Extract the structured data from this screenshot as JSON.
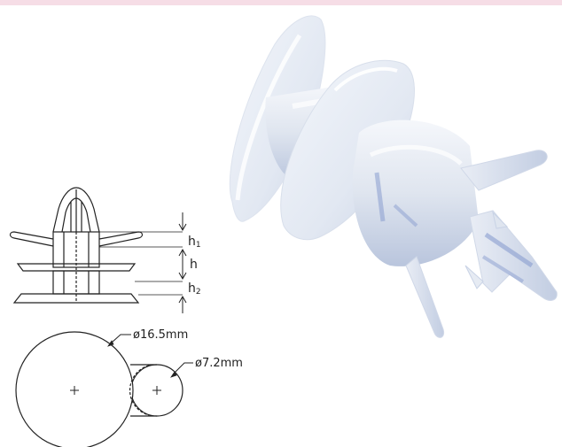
{
  "labels": {
    "h1_base": "h",
    "h1_sub": "1",
    "h": "h",
    "h2_base": "h",
    "h2_sub": "2",
    "large_diameter": "ø16.5mm",
    "small_diameter": "ø7.2mm"
  },
  "colors": {
    "band": "#f6dde6",
    "line": "#222222",
    "plastic_light": "#eef2f8",
    "plastic_mid": "#d4dcea",
    "plastic_shadow": "#8a9ed0"
  }
}
